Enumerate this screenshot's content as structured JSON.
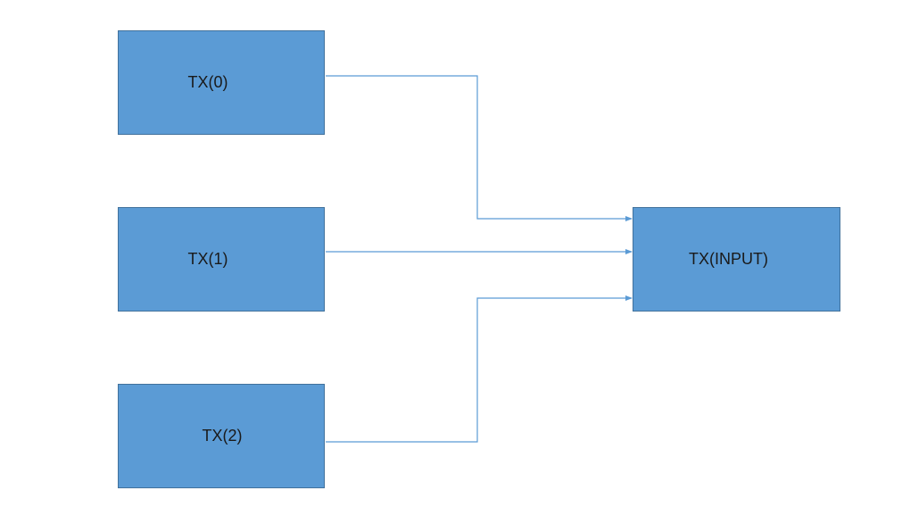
{
  "diagram": {
    "nodes": [
      {
        "id": "tx0",
        "label": "TX(0)"
      },
      {
        "id": "tx1",
        "label": "TX(1)"
      },
      {
        "id": "tx2",
        "label": "TX(2)"
      },
      {
        "id": "input",
        "label": "TX(INPUT)"
      }
    ],
    "edges": [
      {
        "from": "tx0",
        "to": "input"
      },
      {
        "from": "tx1",
        "to": "input"
      },
      {
        "from": "tx2",
        "to": "input"
      }
    ],
    "colors": {
      "node_fill": "#5b9bd5",
      "node_border": "#41719c",
      "connector": "#5b9bd5",
      "label_text": "#1a1a1a"
    }
  }
}
